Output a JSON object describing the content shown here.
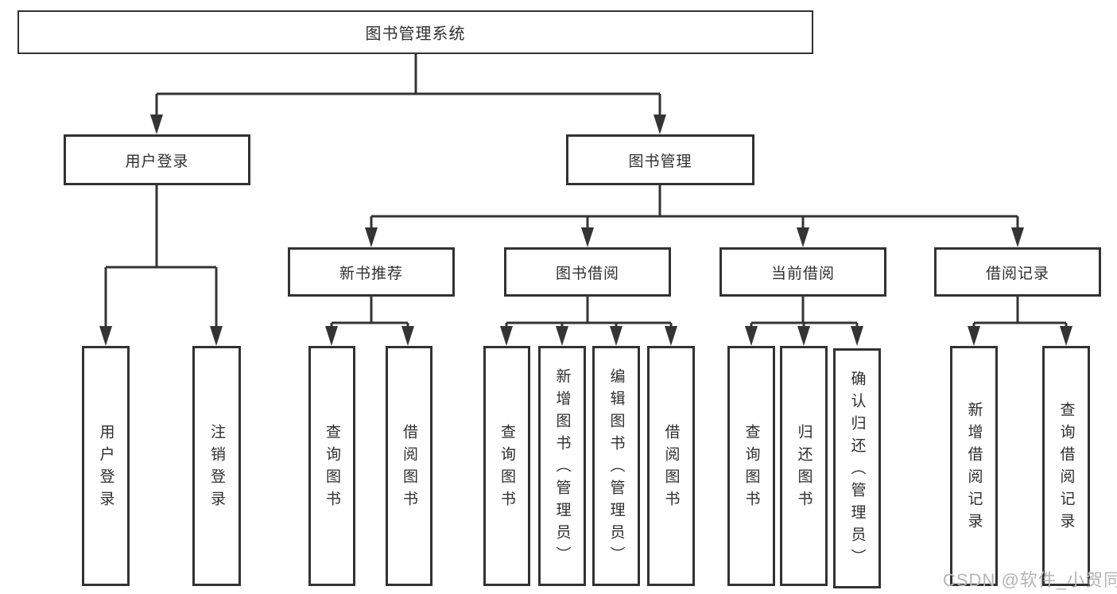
{
  "colors": {
    "background": "#ffffff",
    "line": "#343434",
    "box_border": "#323232",
    "text": "#2f2f2f",
    "watermark": "#b4b4b4"
  },
  "watermark": {
    "text": "CSDN @软件_小贺同学"
  },
  "diagram": {
    "type": "hierarchy-tree",
    "title": "图书管理系统",
    "branches": [
      {
        "label": "用户登录",
        "children": [
          {
            "label": "用户登录"
          },
          {
            "label": "注销登录"
          }
        ]
      },
      {
        "label": "图书管理",
        "children": [
          {
            "label": "新书推荐",
            "children": [
              {
                "label": "查询图书"
              },
              {
                "label": "借阅图书"
              }
            ]
          },
          {
            "label": "图书借阅",
            "children": [
              {
                "label": "查询图书"
              },
              {
                "label": "新增图书（管理员）"
              },
              {
                "label": "编辑图书（管理员）"
              },
              {
                "label": "借阅图书"
              }
            ]
          },
          {
            "label": "当前借阅",
            "children": [
              {
                "label": "查询图书"
              },
              {
                "label": "归还图书"
              },
              {
                "label": "确认归还（管理员）"
              }
            ]
          },
          {
            "label": "借阅记录",
            "children": [
              {
                "label": "新增借阅记录"
              },
              {
                "label": "查询借阅记录"
              }
            ]
          }
        ]
      }
    ]
  }
}
